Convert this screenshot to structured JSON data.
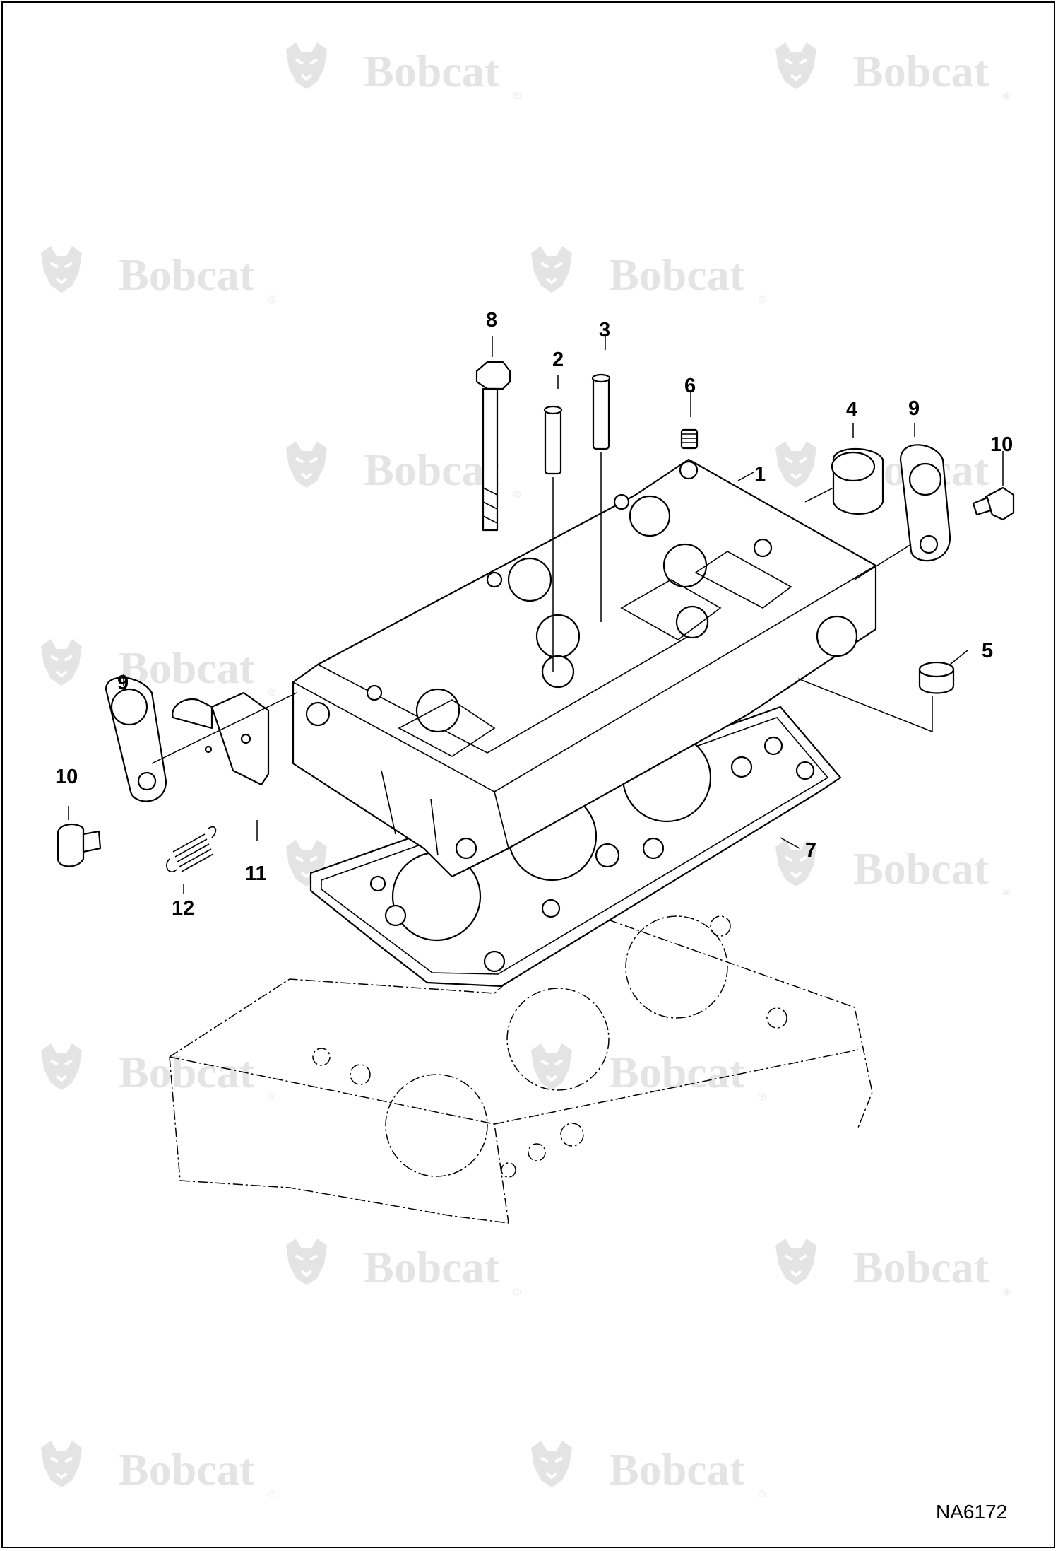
{
  "watermark": {
    "brand": "Bobcat",
    "registered_mark": "®",
    "logo_icon": "bobcat-head-icon"
  },
  "callouts": {
    "c1": "1",
    "c2": "2",
    "c3": "3",
    "c4": "4",
    "c5": "5",
    "c6": "6",
    "c7": "7",
    "c8": "8",
    "c9_right": "9",
    "c9_left": "9",
    "c10_right": "10",
    "c10_left": "10",
    "c11": "11",
    "c12": "12"
  },
  "figure_id": "NA6172",
  "colors": {
    "line": "#000000",
    "watermark": "#e4e4e4",
    "background": "#ffffff"
  }
}
